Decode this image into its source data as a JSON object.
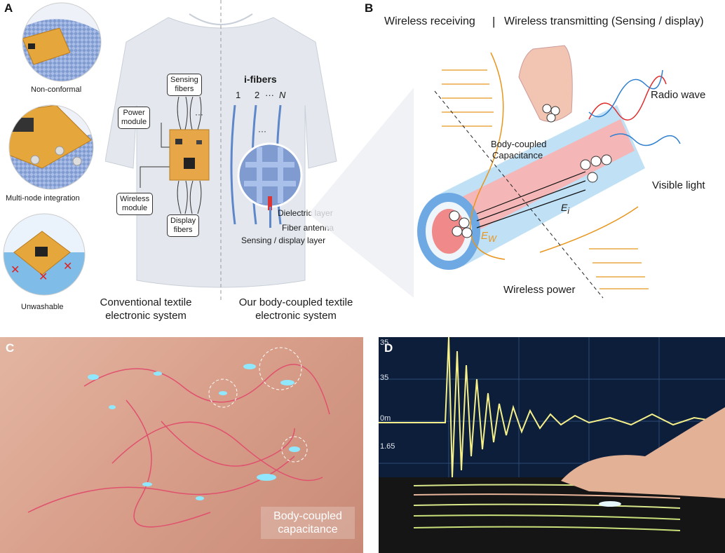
{
  "panelA": {
    "label": "A",
    "circle_labels": [
      "Non-conformal",
      "Multi-node integration",
      "Unwashable"
    ],
    "sensing_fibers": "Sensing\nfibers",
    "power_module": "Power\nmodule",
    "wireless_module": "Wireless\nmodule",
    "display_fibers": "Display\nfibers",
    "ifibers_title": "i-fibers",
    "fiber_numbers": [
      "1",
      "2",
      "···",
      "N"
    ],
    "dots": "···",
    "dielectric_layer": "Dielectric layer",
    "fiber_antenna": "Fiber antenna",
    "sensing_display_layer": "Sensing / display layer",
    "caption_left_1": "Conventional textile",
    "caption_left_2": "electronic system",
    "caption_right_1": "Our body-coupled textile",
    "caption_right_2": "electronic system"
  },
  "panelB": {
    "label": "B",
    "header_left": "Wireless receiving",
    "header_sep": "|",
    "header_right": "Wireless transmitting (Sensing / display)",
    "radio_wave": "Radio wave",
    "body_coupled_1": "Body-coupled",
    "body_coupled_2": "Capacitance",
    "visible_light": "Visible light",
    "e_i": "E",
    "e_i_sub": "i",
    "e_w": "E",
    "e_w_sub": "W",
    "wireless_power": "Wireless power",
    "colors": {
      "radio": "#e02b2b",
      "light": "#2f7fcf",
      "field": "#e8961e",
      "core": "#f08a8a"
    }
  },
  "panelC": {
    "label": "C",
    "caption_1": "Body-coupled",
    "caption_2": "capacitance"
  },
  "panelD": {
    "label": "D",
    "scope_ticks": [
      "35",
      "35",
      "0m",
      "1.65"
    ]
  }
}
